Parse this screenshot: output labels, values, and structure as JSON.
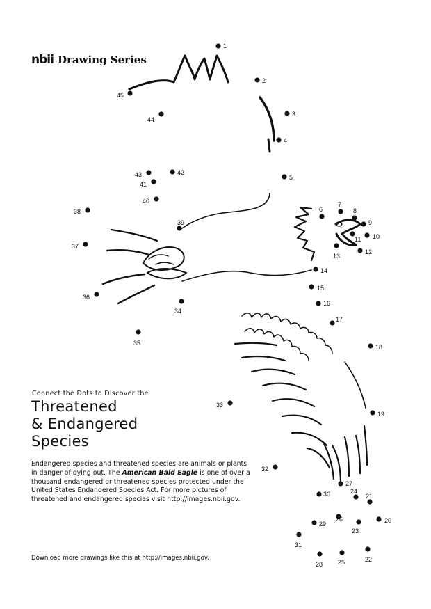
{
  "header": {
    "logo_mark": "nbii",
    "series_title": "Drawing Series"
  },
  "intro": {
    "kicker": "Connect the Dots to Discover the",
    "title_lines": [
      "Threatened",
      "& Endangered",
      "Species"
    ]
  },
  "description": {
    "text_before": "Endangered species and threatened species are animals or plants in danger of dying out. The ",
    "highlight": "American Bald Eagle",
    "text_after": " is one of over a thousand endangered or threatened species protected under the United States Endangered Species Act. For more pictures of threatened and endangered species visit http://images.nbii.gov."
  },
  "footer": {
    "text": "Download more drawings like this at http://images.nbii.gov."
  },
  "dots": [
    {
      "n": "1"
    },
    {
      "n": "2"
    },
    {
      "n": "3"
    },
    {
      "n": "4"
    },
    {
      "n": "5"
    },
    {
      "n": "6"
    },
    {
      "n": "7"
    },
    {
      "n": "8"
    },
    {
      "n": "9"
    },
    {
      "n": "10"
    },
    {
      "n": "11"
    },
    {
      "n": "12"
    },
    {
      "n": "13"
    },
    {
      "n": "14"
    },
    {
      "n": "15"
    },
    {
      "n": "16"
    },
    {
      "n": "17"
    },
    {
      "n": "18"
    },
    {
      "n": "19"
    },
    {
      "n": "20"
    },
    {
      "n": "21"
    },
    {
      "n": "22"
    },
    {
      "n": "23"
    },
    {
      "n": "24"
    },
    {
      "n": "25"
    },
    {
      "n": "26"
    },
    {
      "n": "27"
    },
    {
      "n": "28"
    },
    {
      "n": "29"
    },
    {
      "n": "30"
    },
    {
      "n": "31"
    },
    {
      "n": "32"
    },
    {
      "n": "33"
    },
    {
      "n": "34"
    },
    {
      "n": "35"
    },
    {
      "n": "36"
    },
    {
      "n": "37"
    },
    {
      "n": "38"
    },
    {
      "n": "39"
    },
    {
      "n": "40"
    },
    {
      "n": "41"
    },
    {
      "n": "42"
    },
    {
      "n": "43"
    },
    {
      "n": "44"
    },
    {
      "n": "45"
    }
  ],
  "colors": {
    "ink": "#111111",
    "paper": "#ffffff"
  }
}
